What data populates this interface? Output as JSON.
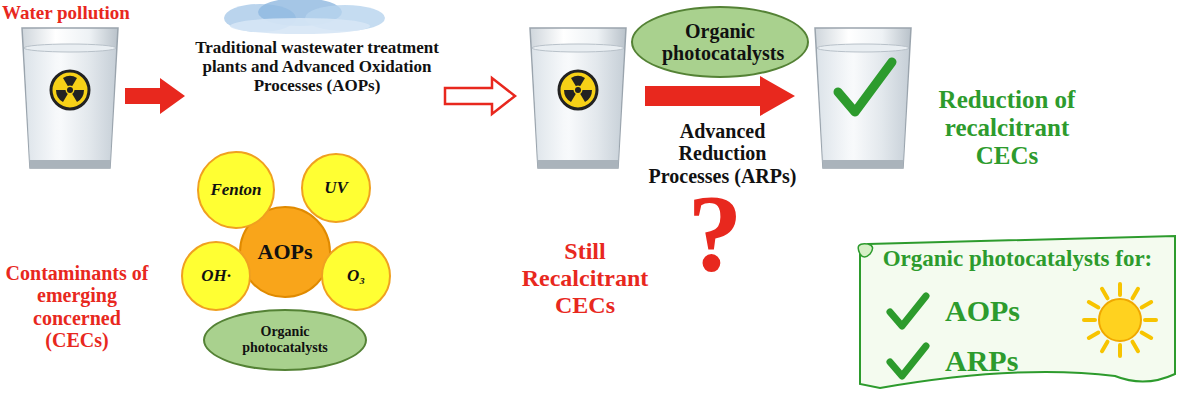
{
  "diagram": {
    "nodes": [
      {
        "text": [
          "AOPs"
        ]
      },
      {
        "text": [
          "Fenton"
        ]
      },
      {
        "text": [
          "UV"
        ]
      },
      {
        "text": [
          "OH·"
        ]
      },
      {
        "text": [
          "O₃"
        ]
      },
      {
        "text": [
          "Organic photocatalysts"
        ]
      },
      {
        "text": [
          "Organic photocatalysts"
        ]
      },
      {
        "text": [
          "Organic photocatalysts for:",
          "AOPs",
          "ARPs"
        ]
      }
    ],
    "labels": [
      "Water pollution",
      "Contaminants of emerging concerned (CECs)",
      "Traditional wastewater treatment plants and Advanced Oxidation Processes (AOPs)",
      "Still Recalcitrant CECs",
      "Advanced Reduction Processes (ARPs)",
      "?",
      "Reduction of recalcitrant CECs"
    ]
  }
}
